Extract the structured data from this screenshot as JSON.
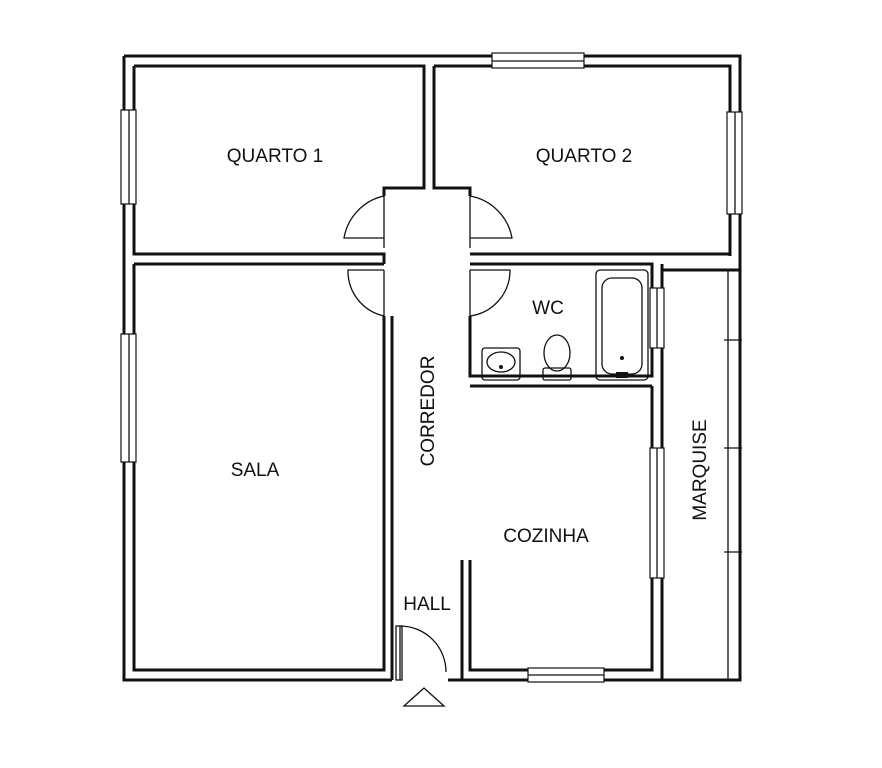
{
  "rooms": {
    "quarto1": "QUARTO 1",
    "quarto2": "QUARTO 2",
    "sala": "SALA",
    "corredor": "CORREDOR",
    "wc": "WC",
    "cozinha": "COZINHA",
    "hall": "HALL",
    "marquise": "MARQUISE"
  },
  "colors": {
    "line": "#111111",
    "background": "#ffffff"
  },
  "symbols": [
    "entrance-arrow-icon",
    "sink-icon",
    "toilet-icon",
    "bathtub-icon"
  ]
}
